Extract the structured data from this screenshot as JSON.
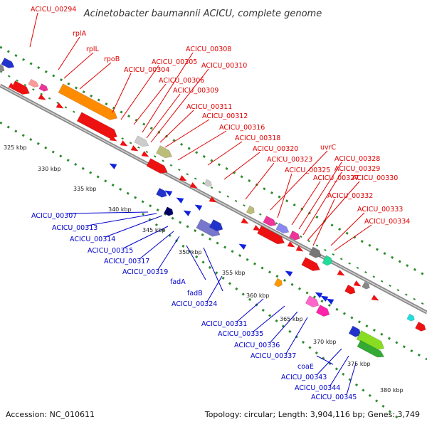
{
  "title": "Acinetobacter baumannii ACICU, complete genome",
  "footer": {
    "accession": "Accession: NC_010611",
    "info": "Topology: circular; Length: 3,904,116 bp; Genes: 3,749"
  },
  "colors": {
    "forward_label": "#e00000",
    "reverse_label": "#0000cc",
    "backbone": "#8a8a8a",
    "ruler_dots": "#2e8b2e"
  },
  "kbp_ticks": [
    "325 kbp",
    "330 kbp",
    "335 kbp",
    "340 kbp",
    "345 kbp",
    "350 kbp",
    "355 kbp",
    "360 kbp",
    "365 kbp",
    "370 kbp",
    "375 kbp",
    "380 kbp"
  ],
  "forward_labels": [
    "ACICU_00294",
    "rplA",
    "rplL",
    "rpoB",
    "ACICU_00304",
    "ACICU_00305",
    "ACICU_00306",
    "ACICU_00308",
    "ACICU_00309",
    "ACICU_00310",
    "ACICU_00311",
    "ACICU_00312",
    "ACICU_00316",
    "ACICU_00318",
    "ACICU_00320",
    "ACICU_00323",
    "uvrC",
    "ACICU_00325",
    "ACICU_00327",
    "ACICU_00328",
    "ACICU_00329",
    "ACICU_00330",
    "ACICU_00332",
    "ACICU_00333",
    "ACICU_00334"
  ],
  "reverse_labels": [
    "ACICU_00307",
    "ACICU_00313",
    "ACICU_00314",
    "ACICU_00315",
    "ACICU_00317",
    "ACICU_00319",
    "fadA",
    "fadB",
    "ACICU_00324",
    "ACICU_00331",
    "ACICU_00335",
    "ACICU_00336",
    "ACICU_00337",
    "coaE",
    "ACICU_00343",
    "ACICU_00344",
    "ACICU_00345"
  ]
}
